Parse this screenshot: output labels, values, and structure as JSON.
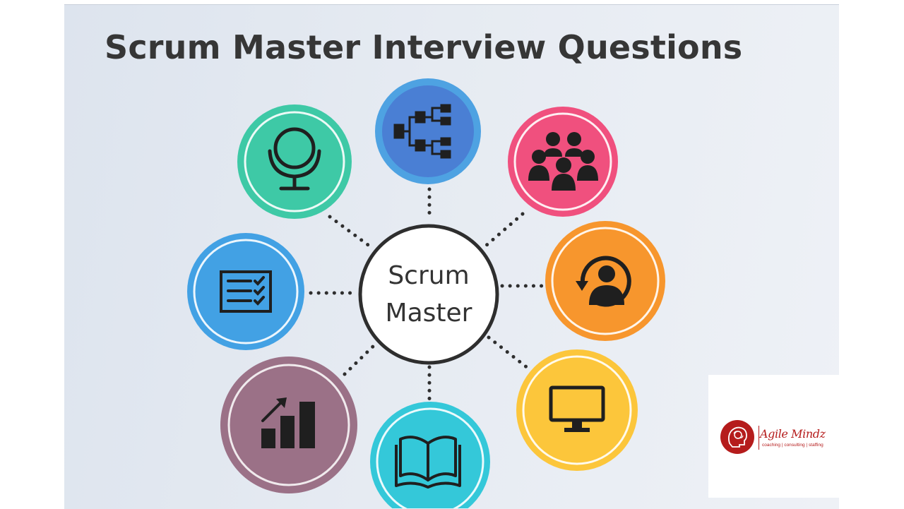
{
  "title": "Scrum Master Interview Questions",
  "center": {
    "line1": "Scrum",
    "line2": "Master"
  },
  "nodes": [
    {
      "icon": "microphone-icon",
      "color": "#3ec9a6"
    },
    {
      "icon": "hierarchy-icon",
      "color": "#4a7fd4"
    },
    {
      "icon": "team-icon",
      "color": "#f0507e"
    },
    {
      "icon": "checklist-icon",
      "color": "#42a1e4"
    },
    {
      "icon": "user-refresh-icon",
      "color": "#f7962d"
    },
    {
      "icon": "growth-chart-icon",
      "color": "#9b7187"
    },
    {
      "icon": "book-icon",
      "color": "#34c8d9"
    },
    {
      "icon": "monitor-icon",
      "color": "#fcc63b"
    }
  ],
  "logo": {
    "name": "Agile Mindz",
    "tagline": "coaching | consulting | staffing",
    "color": "#b51c1c"
  }
}
